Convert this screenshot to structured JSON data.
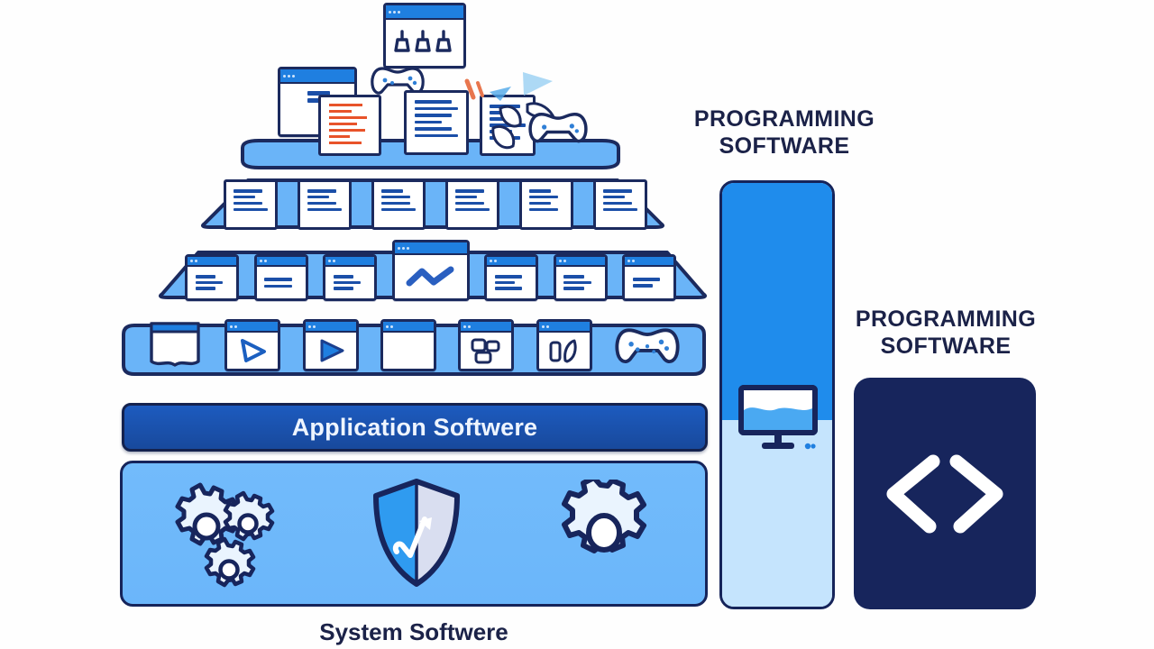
{
  "page": {
    "background": "#ffffff",
    "title": "Software Types Pyramid Infographic"
  },
  "colors": {
    "navy_outline": "#1b2a5e",
    "dark_navy": "#17255c",
    "tier_blue": "#5fb0f7",
    "tier_blue_light": "#8fcaf9",
    "app_bar_blue": "#1d5bbf",
    "system_band_blue": "#72bbfb",
    "column_top_blue": "#1f8cec",
    "column_bottom_blue": "#c5e4fd",
    "accent_orange": "#e8532a",
    "white": "#ffffff"
  },
  "labels": {
    "programming_top": "PROGRAMMING\nSOFTWARE",
    "programming_top_line1": "PROGRAMMING",
    "programming_top_line2": "SOFTWARE",
    "programming_right_line1": "PROGRAMMING",
    "programming_right_line2": "SOFTWARE",
    "application_software": "Application Softwere",
    "system_software": "System Softwere"
  },
  "pyramid": {
    "tiers": [
      {
        "index": 1,
        "name": "top-cluster-tier",
        "icon_count": 8,
        "icons": [
          "app-window-icon",
          "code-document-icon",
          "app-window-tools-icon",
          "game-controller-icon",
          "document-icon",
          "document-lines-icon",
          "cursor-shapes-icon",
          "game-controller-small-icon"
        ]
      },
      {
        "index": 2,
        "name": "documents-tier",
        "icon_count": 6,
        "icons": [
          "document-icon",
          "document-icon",
          "document-icon",
          "document-icon",
          "document-icon",
          "document-icon"
        ]
      },
      {
        "index": 3,
        "name": "app-windows-tier",
        "icon_count": 7,
        "icons": [
          "app-window-icon",
          "app-window-icon",
          "app-window-icon",
          "chart-window-icon",
          "app-window-icon",
          "app-window-icon",
          "app-window-icon"
        ],
        "highlighted_index": 3
      },
      {
        "index": 4,
        "name": "media-apps-tier",
        "icon_count": 7,
        "icons": [
          "book-icon",
          "play-window-icon",
          "play-window-icon",
          "blank-window-icon",
          "photo-window-icon",
          "shapes-window-icon",
          "game-controller-icon"
        ]
      }
    ]
  },
  "system_band": {
    "icons": [
      "gears-cluster-icon",
      "shield-pulse-icon",
      "gear-icon"
    ]
  },
  "right_column": {
    "name": "programming-column",
    "icon": "monitor-icon",
    "split_ratio_percent": 56
  },
  "code_card": {
    "name": "code-brackets-card",
    "icon": "code-brackets-icon",
    "glyph": "</>"
  }
}
